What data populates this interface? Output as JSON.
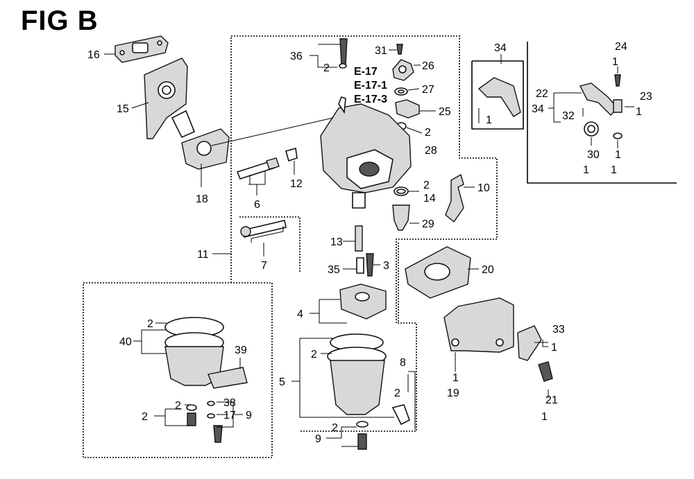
{
  "figure_title": "FIG B",
  "ref_labels": {
    "e17": "E-17",
    "e17_1": "E-17-1",
    "e17_3": "E-17-3"
  },
  "callouts": [
    "16",
    "15",
    "18",
    "36",
    "2",
    "31",
    "26",
    "27",
    "25",
    "2",
    "28",
    "12",
    "6",
    "2",
    "14",
    "10",
    "29",
    "11",
    "7",
    "13",
    "35",
    "3",
    "4",
    "2",
    "40",
    "39",
    "2",
    "5",
    "8",
    "2",
    "9",
    "2",
    "2",
    "38",
    "9",
    "2",
    "17",
    "20",
    "19",
    "1",
    "33",
    "1",
    "21",
    "34",
    "1",
    "22",
    "34",
    "32",
    "1",
    "24",
    "1",
    "23",
    "1",
    "30",
    "1",
    "1",
    "1"
  ],
  "colors": {
    "line": "#000000",
    "part_fill": "#d8d8d8",
    "part_dark": "#555555"
  }
}
